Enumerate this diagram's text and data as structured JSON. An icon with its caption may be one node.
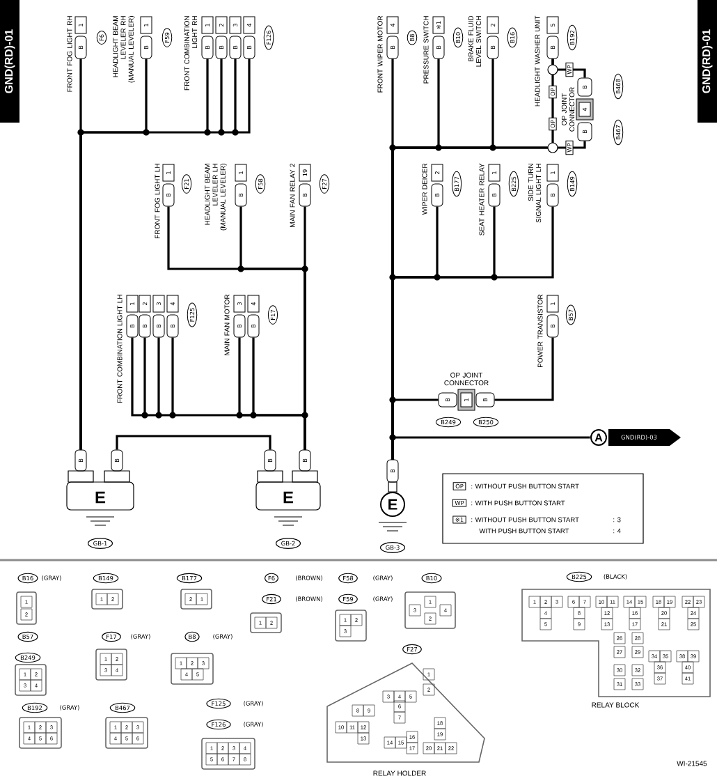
{
  "diagram": {
    "nodes": [
      {
        "text": [
          "FRONT FOG LIGHT RH",
          "1",
          "B"
        ],
        "beside": [
          "F6"
        ]
      },
      {
        "text": [
          "HEADLIGHT BEAM LEVELER RH (MANUAL LEVELER)",
          "1",
          "B"
        ],
        "beside": [
          "F59"
        ]
      },
      {
        "text": [
          "FRONT COMBINATION LIGHT RH",
          "1",
          "2",
          "3",
          "4",
          "B",
          "B",
          "B",
          "B"
        ],
        "beside": [
          "F126"
        ]
      },
      {
        "text": [
          "FRONT FOG LIGHT LH",
          "1",
          "B"
        ],
        "beside": [
          "F21"
        ]
      },
      {
        "text": [
          "HEADLIGHT BEAM LEVELER LH (MANUAL LEVELER)",
          "1",
          "B"
        ],
        "beside": [
          "F58"
        ]
      },
      {
        "text": [
          "MAIN FAN RELAY 2",
          "19",
          "B"
        ],
        "beside": [
          "F27"
        ]
      },
      {
        "text": [
          "FRONT COMBINATION LIGHT LH",
          "1",
          "2",
          "3",
          "4",
          "B",
          "B",
          "B",
          "B"
        ],
        "beside": [
          "F125"
        ]
      },
      {
        "text": [
          "MAIN FAN MOTOR",
          "3",
          "4",
          "B",
          "B"
        ],
        "beside": [
          "F17"
        ]
      },
      {
        "text": [
          "B",
          "B",
          "E"
        ],
        "beside": [
          "GB-1"
        ]
      },
      {
        "text": [
          "B",
          "B",
          "E"
        ],
        "beside": [
          "GB-2"
        ]
      },
      {
        "text": [
          "FRONT WIPER MOTOR",
          "4",
          "B"
        ],
        "beside": [
          "B8"
        ]
      },
      {
        "text": [
          "PRESSURE SWITCH",
          "※1",
          "B"
        ],
        "beside": [
          "B10"
        ]
      },
      {
        "text": [
          "BRAKE FLUID LEVEL SWITCH",
          "2",
          "B"
        ],
        "beside": [
          "B16"
        ]
      },
      {
        "text": [
          "HEADLIGHT WASHER UNIT",
          "5",
          "B"
        ],
        "beside": [
          "B192"
        ]
      },
      {
        "text": [
          "OP JOINT CONNECTOR",
          "B",
          "4",
          "B"
        ],
        "beside": [
          "B468",
          "B467"
        ]
      },
      {
        "text": [
          "WIPER DEICER",
          "2",
          "B"
        ],
        "beside": [
          "B177"
        ]
      },
      {
        "text": [
          "SEAT HEATER RELAY",
          "1",
          "B"
        ],
        "beside": [
          "B225"
        ]
      },
      {
        "text": [
          "SIDE TURN SIGNAL LIGHT LH",
          "1",
          "B"
        ],
        "beside": [
          "B149"
        ]
      },
      {
        "text": [
          "POWER TRANSISTOR",
          "1",
          "B"
        ],
        "beside": [
          "B57"
        ]
      },
      {
        "text": [
          "OP JOINT CONNECTOR",
          "B",
          "1",
          "B"
        ],
        "beside": [
          "B249",
          "B250"
        ]
      },
      {
        "text": [
          "A",
          "GND(RD)-03"
        ]
      },
      {
        "text": [
          "B",
          "E"
        ],
        "beside": [
          "GB-3"
        ]
      },
      {
        "text": [
          "1",
          "2"
        ],
        "beside": [
          "B16",
          "(GRAY)"
        ]
      },
      {
        "text": [
          "1",
          "2"
        ],
        "beside": [
          "B149"
        ]
      },
      {
        "text": [
          "2",
          "1"
        ],
        "beside": [
          "B177"
        ]
      },
      {
        "text": [
          "1",
          "2"
        ],
        "beside": [
          "F6",
          "(BROWN)",
          "F21",
          "(BROWN)"
        ]
      },
      {
        "text": [
          "1",
          "2",
          "3"
        ],
        "beside": [
          "F58",
          "(GRAY)",
          "F59",
          "(GRAY)"
        ]
      },
      {
        "text": [
          "1",
          "3",
          "4",
          "2"
        ],
        "beside": [
          "B10"
        ]
      },
      {
        "text": [
          "1",
          "2",
          "3",
          "4"
        ],
        "beside": [
          "B57",
          "B249"
        ]
      },
      {
        "text": [
          "1",
          "2",
          "3",
          "4"
        ],
        "beside": [
          "F17",
          "(GRAY)"
        ]
      },
      {
        "text": [
          "1",
          "2",
          "3",
          "4",
          "5"
        ],
        "beside": [
          "B8",
          "(GRAY)"
        ]
      },
      {
        "text": [
          "1",
          "2",
          "3",
          "4",
          "5",
          "6"
        ],
        "beside": [
          "B192",
          "(GRAY)"
        ]
      },
      {
        "text": [
          "1",
          "2",
          "3",
          "4",
          "5",
          "6"
        ],
        "beside": [
          "B467"
        ]
      },
      {
        "text": [
          "1",
          "2",
          "3",
          "4",
          "5",
          "6",
          "7",
          "8"
        ],
        "beside": [
          "F125",
          "(GRAY)",
          "F126",
          "(GRAY)"
        ]
      },
      {
        "text": [
          "1",
          "2",
          "3",
          "4",
          "5",
          "6",
          "7",
          "8",
          "9",
          "10",
          "11",
          "12",
          "13",
          "14",
          "15",
          "16",
          "17",
          "18",
          "19",
          "20",
          "21",
          "22"
        ],
        "beside": [
          "F27",
          "RELAY HOLDER"
        ]
      },
      {
        "text": [
          "1",
          "2",
          "3",
          "4",
          "5",
          "6",
          "7",
          "8",
          "9",
          "10",
          "11",
          "12",
          "13",
          "14",
          "15",
          "16",
          "17",
          "18",
          "19",
          "20",
          "21",
          "22",
          "23",
          "24",
          "25",
          "26",
          "27",
          "28",
          "29",
          "30",
          "31",
          "32",
          "33",
          "34",
          "35",
          "36",
          "37",
          "38",
          "39",
          "40",
          "41"
        ],
        "beside": [
          "B225",
          "(BLACK)",
          "RELAY BLOCK"
        ]
      }
    ],
    "edges": [
      {
        "from": 0,
        "to": 8,
        "arrow": "none"
      },
      {
        "from": 1,
        "to": 8,
        "arrow": "none"
      },
      {
        "from": 2,
        "to": 8,
        "arrow": "none"
      },
      {
        "from": 3,
        "to": 9,
        "arrow": "none"
      },
      {
        "from": 4,
        "to": 9,
        "arrow": "none"
      },
      {
        "from": 5,
        "to": 9,
        "arrow": "none"
      },
      {
        "from": 6,
        "to": 9,
        "arrow": "none"
      },
      {
        "from": 7,
        "to": 9,
        "arrow": "none"
      },
      {
        "from": 8,
        "to": 9,
        "arrow": "none"
      },
      {
        "from": 10,
        "to": 21,
        "arrow": "none"
      },
      {
        "from": 11,
        "to": 21,
        "arrow": "none"
      },
      {
        "from": 12,
        "to": 21,
        "arrow": "none"
      },
      {
        "from": 13,
        "to": 21,
        "arrow": "none",
        "label": "OP"
      },
      {
        "from": 13,
        "to": 14,
        "arrow": "none",
        "label": "WP"
      },
      {
        "from": 14,
        "to": 21,
        "arrow": "none",
        "label": "WP"
      },
      {
        "from": 15,
        "to": 21,
        "arrow": "none"
      },
      {
        "from": 16,
        "to": 21,
        "arrow": "none"
      },
      {
        "from": 17,
        "to": 21,
        "arrow": "none"
      },
      {
        "from": 18,
        "to": 19,
        "arrow": "none"
      },
      {
        "from": 19,
        "to": 21,
        "arrow": "none"
      },
      {
        "from": 21,
        "to": 20,
        "arrow": "none"
      }
    ],
    "labels": [
      "GND(RD)-01",
      "GND(RD)-01",
      "OP",
      "OP",
      ": WITHOUT PUSH BUTTON START",
      "WP",
      ": WITH PUSH BUTTON START",
      "※1",
      ": WITHOUT PUSH BUTTON START",
      ": 3",
      "WITH PUSH BUTTON START",
      ": 4",
      "WI-21545"
    ]
  }
}
